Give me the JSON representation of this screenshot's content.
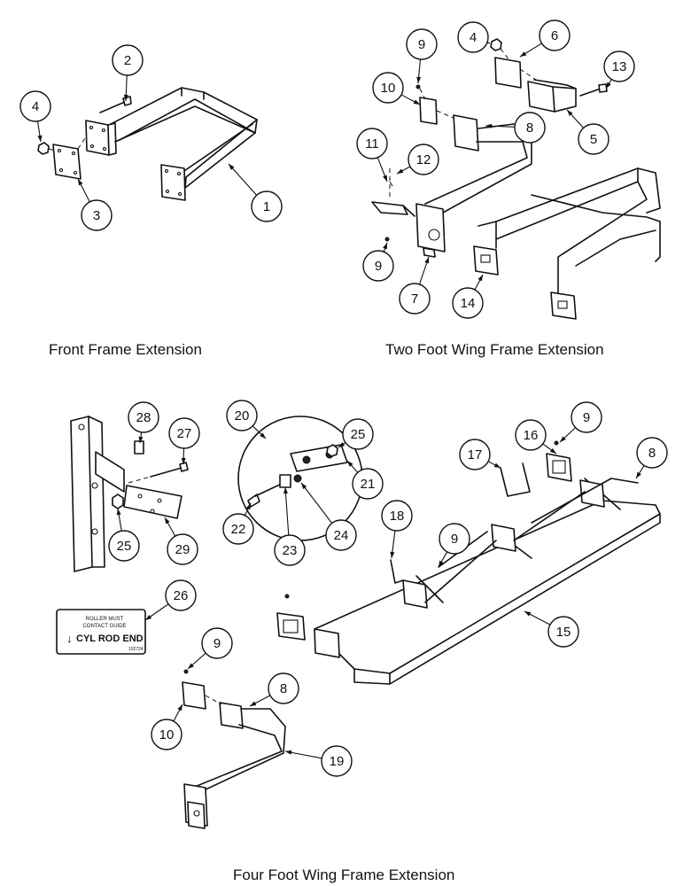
{
  "captions": {
    "front": "Front Frame Extension",
    "two_foot": "Two Foot Wing Frame Extension",
    "four_foot": "Four Foot Wing Frame Extension"
  },
  "decal": {
    "line1": "ROLLER MUST",
    "line2": "CONTACT GUIDE",
    "line3": "CYL ROD END",
    "code": "102724"
  },
  "callouts": [
    {
      "label": "1"
    },
    {
      "label": "2"
    },
    {
      "label": "3"
    },
    {
      "label": "4"
    },
    {
      "label": "4"
    },
    {
      "label": "6"
    },
    {
      "label": "9"
    },
    {
      "label": "13"
    },
    {
      "label": "10"
    },
    {
      "label": "8"
    },
    {
      "label": "5"
    },
    {
      "label": "11"
    },
    {
      "label": "12"
    },
    {
      "label": "9"
    },
    {
      "label": "7"
    },
    {
      "label": "14"
    },
    {
      "label": "28"
    },
    {
      "label": "27"
    },
    {
      "label": "20"
    },
    {
      "label": "25"
    },
    {
      "label": "25"
    },
    {
      "label": "29"
    },
    {
      "label": "22"
    },
    {
      "label": "23"
    },
    {
      "label": "24"
    },
    {
      "label": "21"
    },
    {
      "label": "9"
    },
    {
      "label": "16"
    },
    {
      "label": "17"
    },
    {
      "label": "8"
    },
    {
      "label": "18"
    },
    {
      "label": "9"
    },
    {
      "label": "15"
    },
    {
      "label": "26"
    },
    {
      "label": "9"
    },
    {
      "label": "8"
    },
    {
      "label": "10"
    },
    {
      "label": "19"
    }
  ]
}
